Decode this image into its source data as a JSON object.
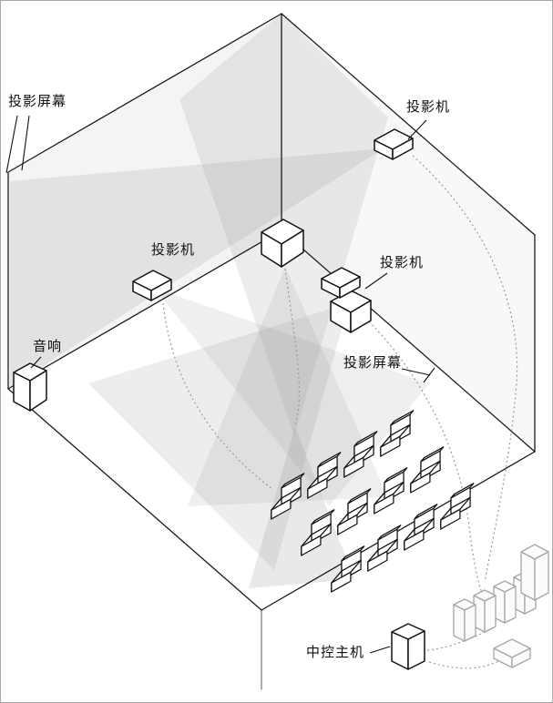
{
  "labels": {
    "screen_left": "投影屏幕",
    "projector_top_right": "投影机",
    "projector_left": "投影机",
    "projector_mid_right": "投影机",
    "speaker": "音响",
    "screen_right": "投影屏幕",
    "control_host": "中控主机"
  },
  "colors": {
    "line": "#1a1a1a",
    "beam_gray": "#8f8f8f",
    "cable_gray": "#9b9b9b",
    "muted_outline": "#a6a6a6",
    "background": "#ffffff"
  }
}
